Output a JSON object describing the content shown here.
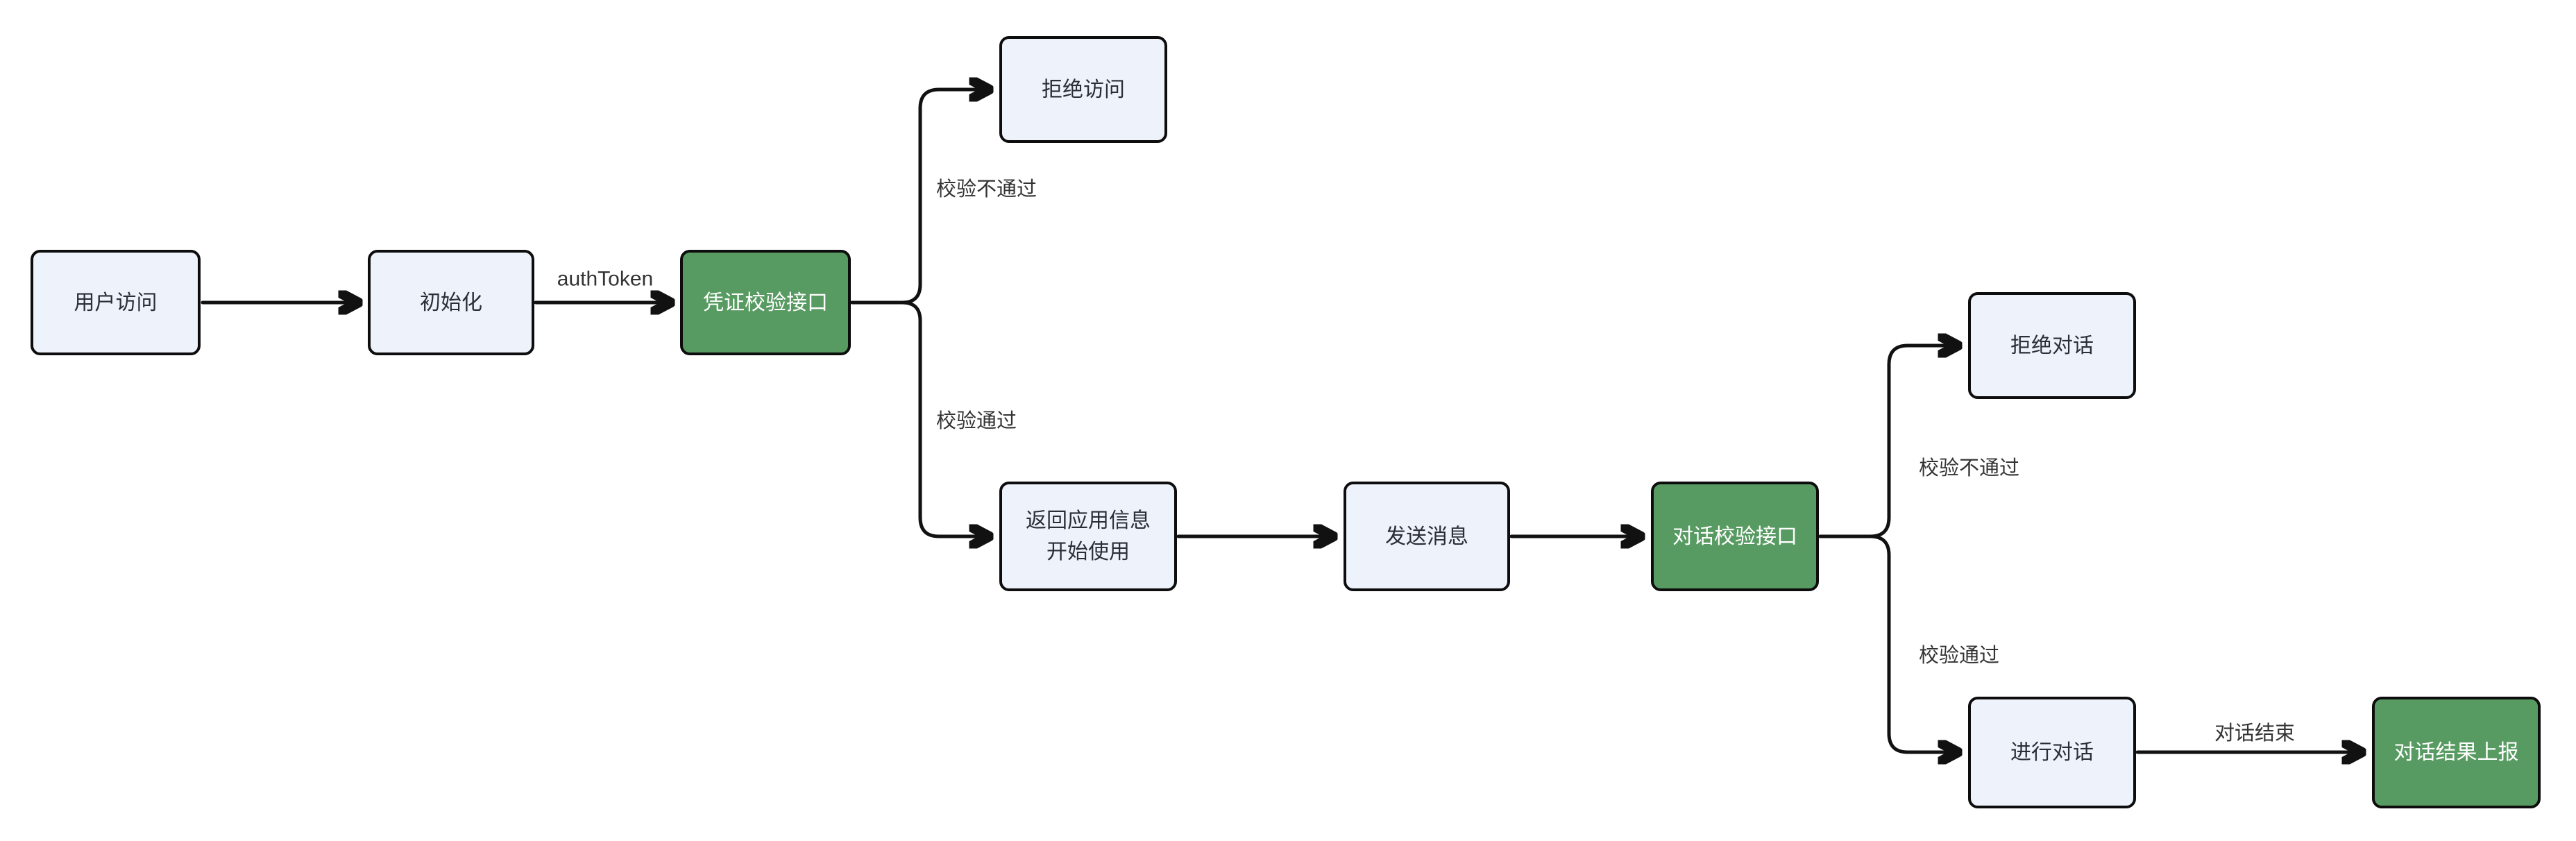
{
  "diagram": {
    "title": "",
    "type": "flowchart",
    "colors": {
      "background": "#ffffff",
      "node_fill": "#edf2fb",
      "node_border": "#0d0d0d",
      "node_text": "#2b2e36",
      "accent_fill": "#589b62",
      "accent_text": "#ffffff",
      "edge_line": "#111111",
      "edge_label_text": "#333333"
    },
    "nodes": [
      {
        "id": "user-access",
        "label": "用户访问",
        "style": "default"
      },
      {
        "id": "init",
        "label": "初始化",
        "style": "default"
      },
      {
        "id": "cred-check",
        "label": "凭证校验接口",
        "style": "accent-green"
      },
      {
        "id": "deny-access",
        "label": "拒绝访问",
        "style": "default"
      },
      {
        "id": "return-info",
        "label": "返回应用信息\n开始使用",
        "style": "default"
      },
      {
        "id": "send-msg",
        "label": "发送消息",
        "style": "default"
      },
      {
        "id": "dialog-check",
        "label": "对话校验接口",
        "style": "accent-green"
      },
      {
        "id": "deny-dialog",
        "label": "拒绝对话",
        "style": "default"
      },
      {
        "id": "do-dialog",
        "label": "进行对话",
        "style": "default"
      },
      {
        "id": "report",
        "label": "对话结果上报",
        "style": "accent-green"
      }
    ],
    "edges": [
      {
        "from": "用户访问",
        "to": "初始化",
        "label": ""
      },
      {
        "from": "初始化",
        "to": "凭证校验接口",
        "label": "authToken"
      },
      {
        "from": "凭证校验接口",
        "to": "拒绝访问",
        "label": "校验不通过"
      },
      {
        "from": "凭证校验接口",
        "to": "返回应用信息 开始使用",
        "label": "校验通过"
      },
      {
        "from": "返回应用信息 开始使用",
        "to": "发送消息",
        "label": ""
      },
      {
        "from": "发送消息",
        "to": "对话校验接口",
        "label": ""
      },
      {
        "from": "对话校验接口",
        "to": "拒绝对话",
        "label": "校验不通过"
      },
      {
        "from": "对话校验接口",
        "to": "进行对话",
        "label": "校验通过"
      },
      {
        "from": "进行对话",
        "to": "对话结果上报",
        "label": "对话结束"
      }
    ]
  }
}
